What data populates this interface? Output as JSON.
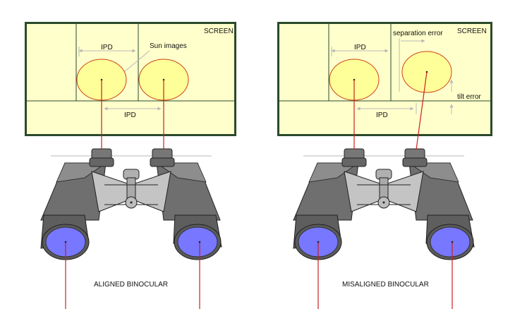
{
  "colors": {
    "screen_fill": "#ffffcc",
    "screen_frame": "#2a4a2a",
    "sun_fill": "#ffff99",
    "sun_stroke": "#d04010",
    "ray": "#cc2020",
    "dim": "#b8b8b8",
    "eyepiece_body": "#5a5a5a",
    "lens_fill": "#7777ff",
    "barrel": "#7d7d7d",
    "bridge": "#c4c4c4"
  },
  "left": {
    "screen_label": "SCREEN",
    "sun_images_label": "Sun images",
    "ipd_top_label": "IPD",
    "ipd_bottom_label": "IPD",
    "caption": "ALIGNED BINOCULAR"
  },
  "right": {
    "screen_label": "SCREEN",
    "separation_error_label": "separation error",
    "tilt_error_label": "tilt error",
    "ipd_top_label": "IPD",
    "ipd_bottom_label": "IPD",
    "caption": "MISALIGNED BINOCULAR"
  }
}
